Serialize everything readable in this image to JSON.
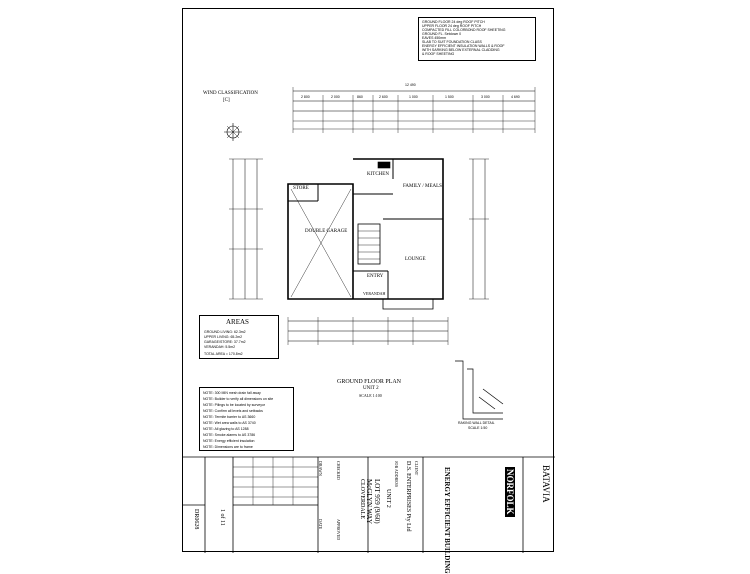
{
  "header_notes": [
    "GROUND FLOOR 24 deg ROOF PITCH",
    "UPPER FLOOR 24 deg ROOF PITCH",
    "COMPACTED FILL COLORBOND ROOF SHEETING",
    "GROUND FL. Setdown 0",
    "EAVES 450mm",
    "SLAB TO SUIT FOUNDATION CLASS",
    "ENERGY EFFICIENT INSULATION WALLS & ROOF",
    "WITH SARKING BELOW EXTERNAL CLADDING",
    "& ROOF SHEETING"
  ],
  "wind": {
    "label": "WIND CLASSIFICATION",
    "value": "[C]"
  },
  "dimensions_top": [
    "12 490",
    "2 800",
    "2 000",
    "860",
    "2 600",
    "1 000",
    "1 500",
    "3 000",
    "4 690"
  ],
  "rooms": {
    "store": "STORE",
    "kitchen": "KITCHEN",
    "family": "FAMILY / MEALS",
    "garage": "DOUBLE GARAGE",
    "lounge": "LOUNGE",
    "entry": "ENTRY",
    "verandah": "VERANDAH"
  },
  "areas": {
    "title": "AREAS",
    "rows": [
      "GROUND LIVING: 62.3m2",
      "UPPER LIVING: 65.2m2",
      "GARAGE/STORE: 37.7m2",
      "VERANDAH: 5.5m2"
    ],
    "total": "TOTAL AREA = 170.8m2"
  },
  "plan_title": {
    "line1": "GROUND FLOOR PLAN",
    "line2": "UNIT 2",
    "scale": "SCALE 1:100"
  },
  "wall_detail": {
    "label": "RAKING WALL DETAIL",
    "scale": "SCALE 1:50"
  },
  "notes_box": [
    "NOTE: 300 MIN mesh drain fall away",
    "NOTE: Builder to verify all dimensions on site",
    "NOTE: Pilings to be located by surveyor",
    "NOTE: Confirm all levels and setbacks",
    "NOTE: Termite barrier to AS 3660",
    "NOTE: Wet area walls to AS 3740",
    "NOTE: All glazing to AS 1288",
    "NOTE: Smoke alarms to AS 3786",
    "NOTE: Energy efficient insulation",
    "NOTE: Dimensions are to frame"
  ],
  "title_block": {
    "project": "BATAVIA",
    "company": "ENERGY EFFICIENT BUILDING",
    "brand": "NORFOLK",
    "client_label": "CLIENT",
    "client": "D.S. ENTERPRISES Pty Ltd",
    "job_label": "JOB ADDRESS",
    "unit": "UNIT 2",
    "lot": "LOT 959 (9/60)",
    "street": "McGLYN WAY",
    "suburb": "CLOVERDALE",
    "sheet": "1 of 11",
    "drawing_no": "DR0628",
    "date_label": "DATE",
    "drawn_label": "DRAWN",
    "checked_label": "CHECKED",
    "approved_label": "APPROVED"
  },
  "colors": {
    "ink": "#000000",
    "paper": "#ffffff"
  }
}
